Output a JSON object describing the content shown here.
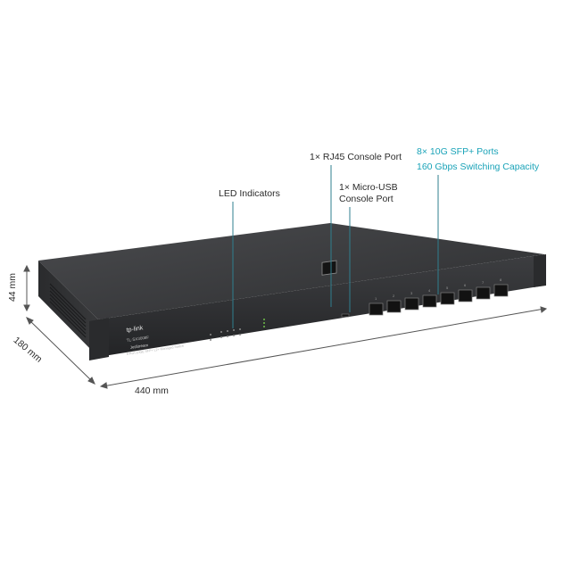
{
  "callouts": {
    "led": "LED Indicators",
    "rj45": "1× RJ45 Console Port",
    "usb_line1": "1× Micro-USB",
    "usb_line2": "Console Port",
    "sfp_line1": "8× 10G SFP+ Ports",
    "sfp_line2": "160 Gbps Switching Capacity"
  },
  "dimensions": {
    "height": "44 mm",
    "depth": "180 mm",
    "width": "440 mm"
  },
  "device": {
    "brand": "tp-link",
    "model": "TL-SX3008F",
    "series": "JetStream",
    "description": "8-Port 10GE SFP+ L2+ Managed Switch",
    "port_numbers": [
      "1",
      "2",
      "3",
      "4",
      "5",
      "6",
      "7",
      "8"
    ]
  },
  "colors": {
    "accent": "#1aa3b8",
    "chassis": "#3a3b3d",
    "callout_line": "#2f7f8f"
  }
}
